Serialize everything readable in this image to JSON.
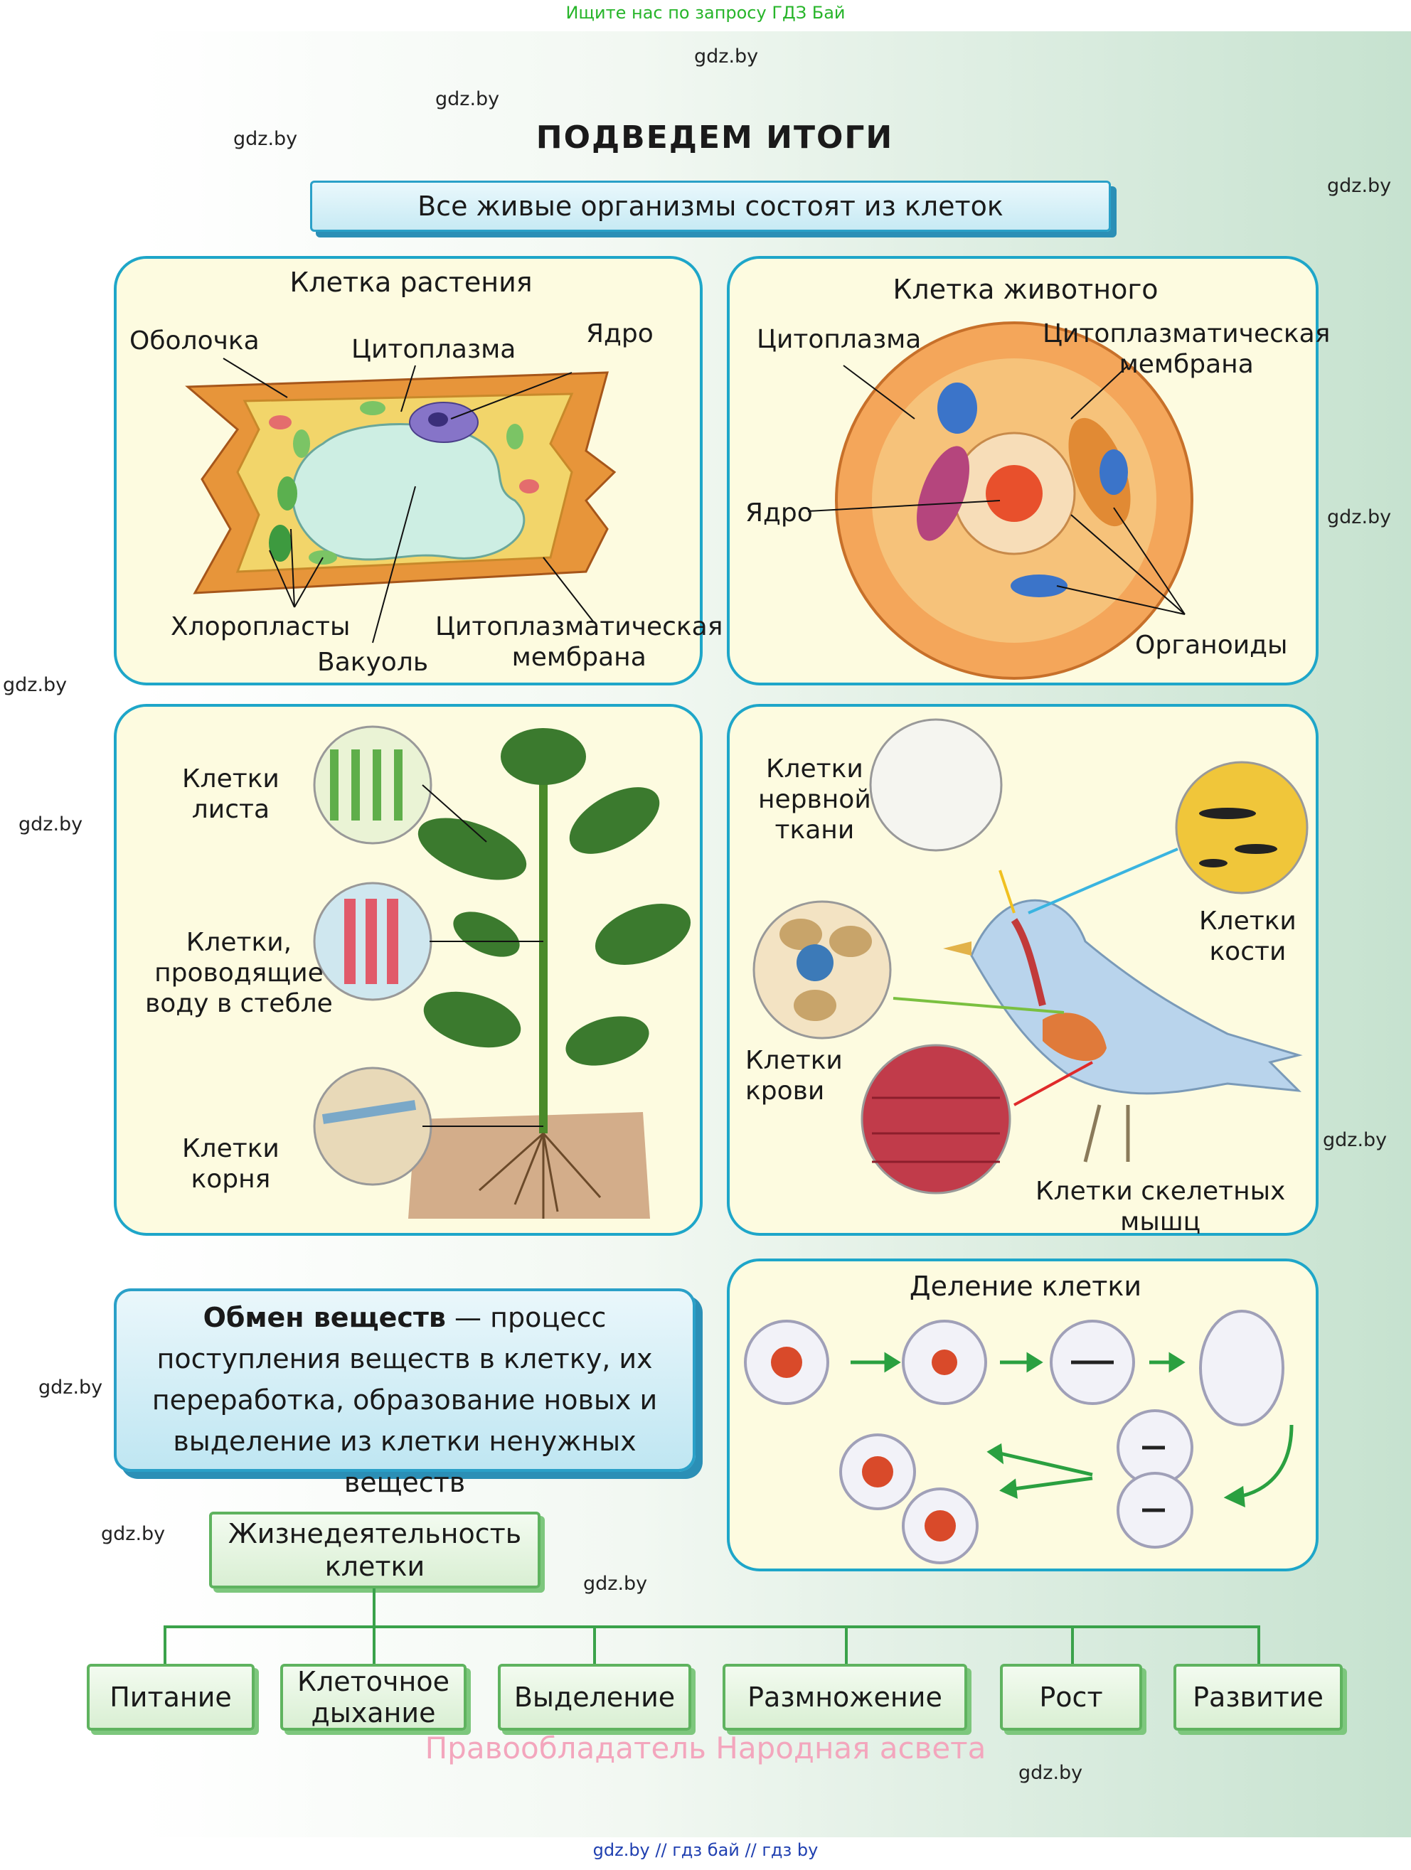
{
  "top_banner": "Ищите нас по запросу ГДЗ Бай",
  "footer": "gdz.by  //  гдз бай  //  гдз by",
  "watermark": "gdz.by",
  "title": "ПОДВЕДЕМ  ИТОГИ",
  "headline": "Все живые организмы состоят из клеток",
  "plant_cell": {
    "title": "Клетка растения",
    "labels": {
      "shell": "Оболочка",
      "cytoplasm": "Цитоплазма",
      "nucleus": "Ядро",
      "chloroplasts": "Хлоропласты",
      "vacuole": "Вакуоль",
      "membrane": "Цитоплазматическая\nмембрана"
    }
  },
  "animal_cell": {
    "title": "Клетка животного",
    "labels": {
      "cytoplasm": "Цитоплазма",
      "membrane": "Цитоплазматическая\nмембрана",
      "nucleus": "Ядро",
      "organoids": "Органоиды"
    }
  },
  "plant_tissues": {
    "leaf": "Клетки\nлиста",
    "stem": "Клетки,\nпроводящие\nводу в стебле",
    "root": "Клетки\nкорня"
  },
  "animal_tissues": {
    "nerve": "Клетки\nнервной\nткани",
    "bone": "Клетки\nкости",
    "blood": "Клетки\nкрови",
    "muscle": "Клетки скелетных\nмышц"
  },
  "metabolism": {
    "term": "Обмен веществ",
    "definition": " — процесс поступления веществ в клетку, их переработка, образование новых и выделение из клетки ненужных веществ"
  },
  "division": {
    "title": "Деление клетки"
  },
  "life_activity": {
    "root": "Жизнедеятельность\nклетки",
    "items": [
      "Питание",
      "Клеточное\nдыхание",
      "Выделение",
      "Размножение",
      "Рост",
      "Развитие"
    ]
  },
  "copyright": "Правообладатель Народная асвета",
  "colors": {
    "panel_border": "#1ea6c9",
    "panel_fill": "#fdfbe0",
    "headline_fill": "#c7eaf4",
    "green_border": "#5fb35f",
    "connector": "#3aa24a"
  }
}
